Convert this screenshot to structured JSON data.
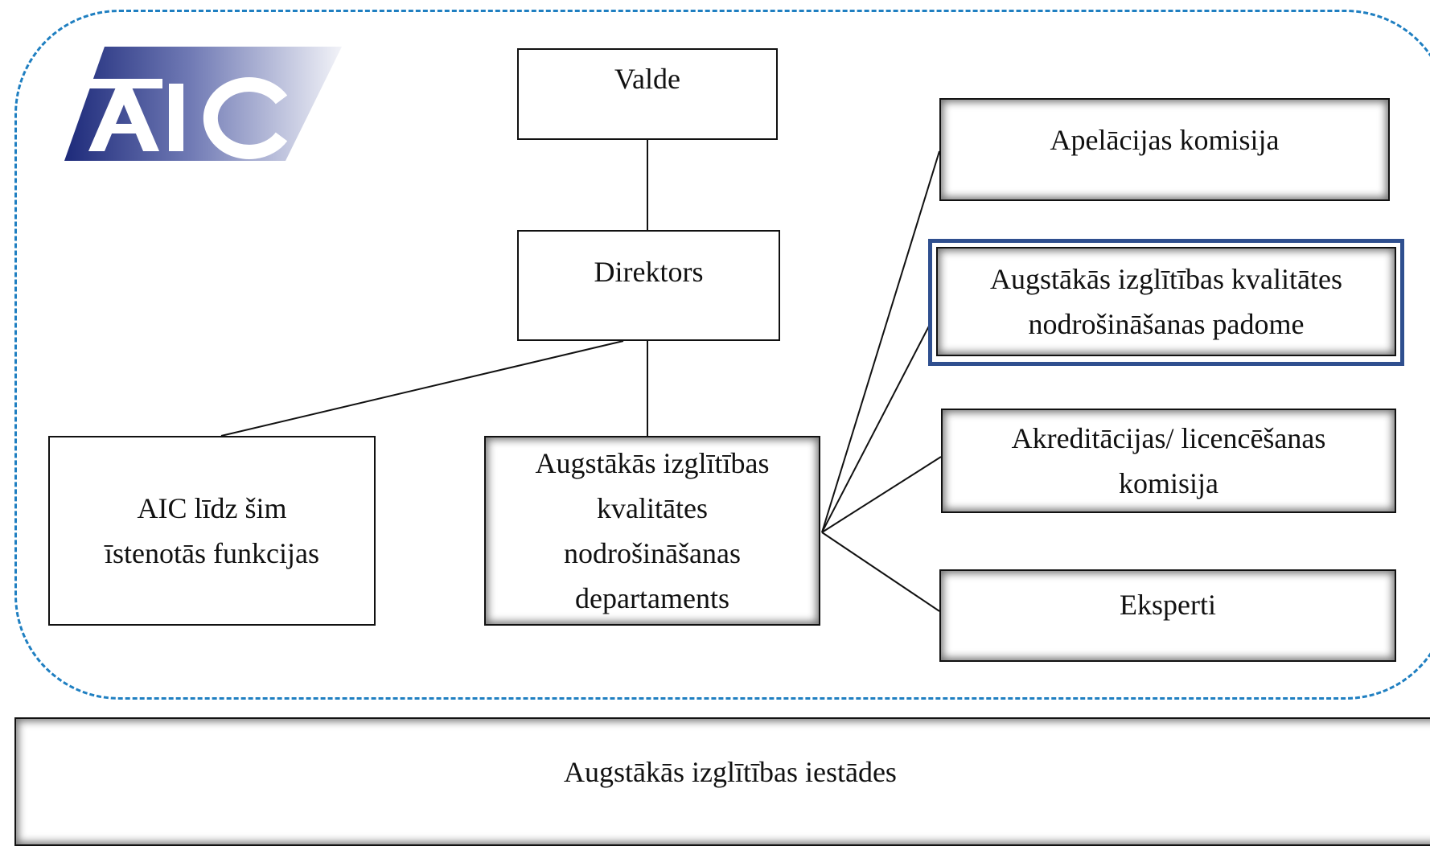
{
  "logo": {
    "text": "AIC",
    "brand_color": "#1d2a7a"
  },
  "colors": {
    "frame": "#1f7fc1",
    "highlight_border": "#2f4f8f"
  },
  "nodes": {
    "valde": "Valde",
    "direktors": "Direktors",
    "functions_line1": "AIC līdz šim",
    "functions_line2": "īstenotās funkcijas",
    "department_line1": "Augstākās izglītības",
    "department_line2": "kvalitātes",
    "department_line3": "nodrošināšanas",
    "department_line4": "departaments",
    "appeals": "Apelācijas komisija",
    "council_line1": "Augstākās izglītības kvalitātes",
    "council_line2": "nodrošināšanas padome",
    "accreditation_line1": "Akreditācijas/ licencēšanas",
    "accreditation_line2": "komisija",
    "experts": "Eksperti",
    "institutions": "Augstākās izglītības iestādes"
  }
}
